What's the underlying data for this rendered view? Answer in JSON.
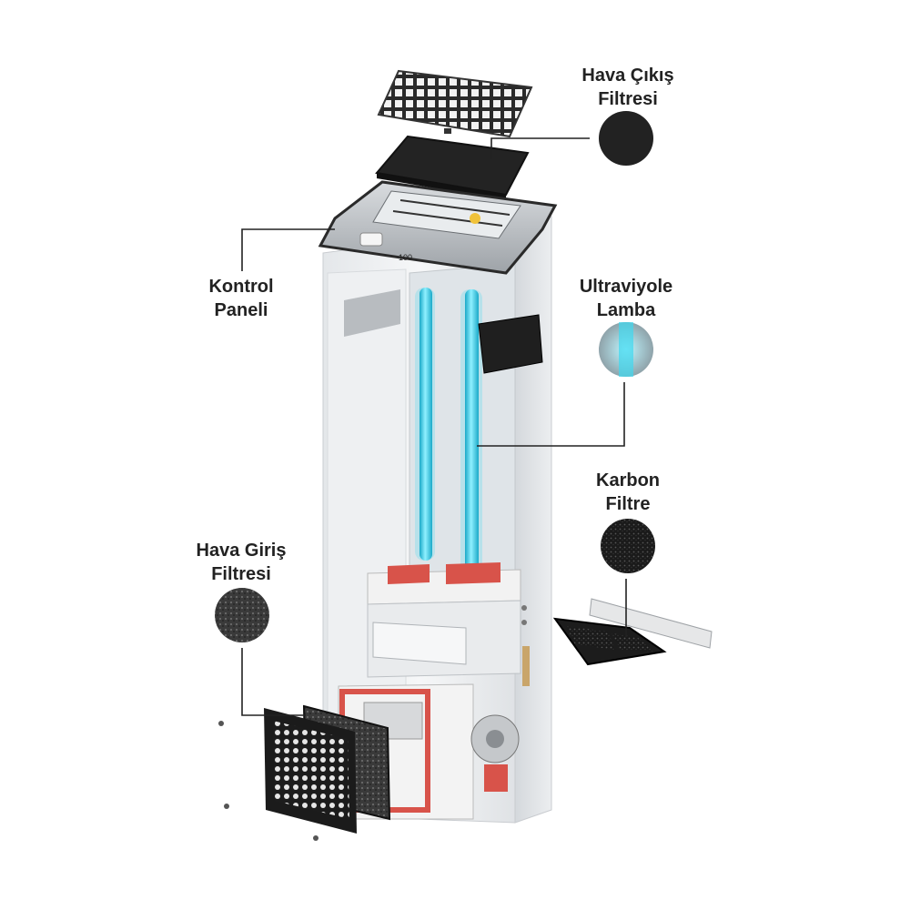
{
  "callouts": {
    "hava_cikis": {
      "line1": "Hava Çıkış",
      "line2": "Filtresi",
      "icon": "dark-felt-filter-swatch"
    },
    "kontrol": {
      "line1": "Kontrol",
      "line2": "Paneli"
    },
    "uv": {
      "line1": "Ultraviyole",
      "line2": "Lamba",
      "icon": "uv-tube-swatch"
    },
    "karbon": {
      "line1": "Karbon",
      "line2": "Filtre",
      "icon": "carbon-foam-swatch"
    },
    "hava_giris": {
      "line1": "Hava Giriş",
      "line2": "Filtresi",
      "icon": "grey-foam-swatch"
    }
  },
  "device": {
    "panel_badge": "100"
  },
  "colors": {
    "uv_glow": "#3fd8f0",
    "frame_red": "#d8534a",
    "filter_dark": "#1e1e1e",
    "housing": "#eef0f2",
    "callout_line": "#222222"
  }
}
